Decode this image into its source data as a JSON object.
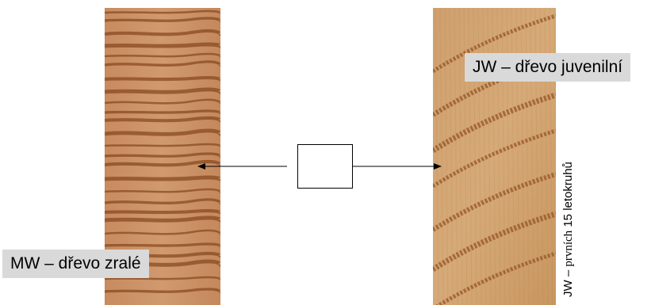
{
  "labels": {
    "mature_wood": "MW – dřevo zralé",
    "juvenile_wood": "JW – dřevo juvenilní"
  },
  "vertical_note": {
    "prefix": "JW – ",
    "middle": "prvních",
    "suffix": " 15 letokruhů"
  },
  "colors": {
    "mature_base": "#c88e62",
    "mature_ring": "#8a4a22",
    "juvenile_base": "#c89a68",
    "juvenile_ring": "#9a5a2a",
    "label_background": "#d9d9d9",
    "arrow": "#000000"
  }
}
